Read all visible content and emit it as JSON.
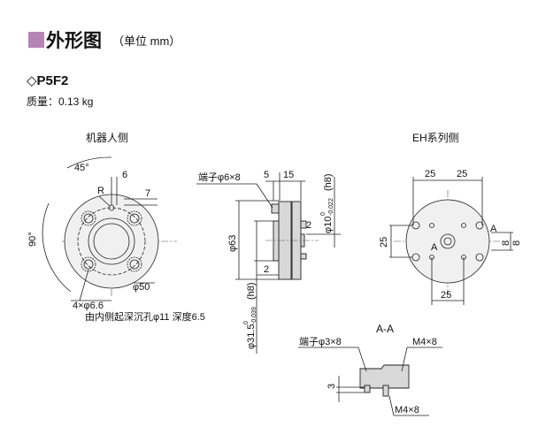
{
  "header": {
    "title": "外形图",
    "unit": "（单位 mm）",
    "title_color": "#b784b8"
  },
  "model": "◇P5F2",
  "mass": "质量：0.13 kg",
  "robot_view": {
    "label": "机器人侧",
    "angle_45": "45°",
    "angle_90": "90°",
    "dim_6": "6",
    "dim_7": "7",
    "r": "R",
    "holes": "4×φ6.6",
    "dia_50": "φ50",
    "counterbore": "由内侧起深沉孔φ11 深度6.5"
  },
  "side_view": {
    "terminal": "端子φ6×8",
    "dim_5": "5",
    "dim_15": "15",
    "shaft": "φ10",
    "shaft_tol_upper": "0",
    "shaft_tol_lower": "-0.022",
    "shaft_fit": "(h8)",
    "dim_2a": "2",
    "dia_63": "φ63",
    "dim_2b": "2",
    "spigot": "φ31.5",
    "spigot_tol_upper": "0",
    "spigot_tol_lower": "-0.039",
    "spigot_fit": "(h8)"
  },
  "eh_view": {
    "label": "EH系列侧",
    "dim_25a": "25",
    "dim_25b": "25",
    "dim_25c": "25",
    "dim_25d": "25",
    "dim_8a": "8",
    "dim_8b": "8",
    "section_a1": "A",
    "section_a2": "A"
  },
  "section": {
    "label": "A-A",
    "terminal": "端子φ3×8",
    "m4_top": "M4×8",
    "dim_3": "3",
    "m4_bottom": "M4×8"
  }
}
